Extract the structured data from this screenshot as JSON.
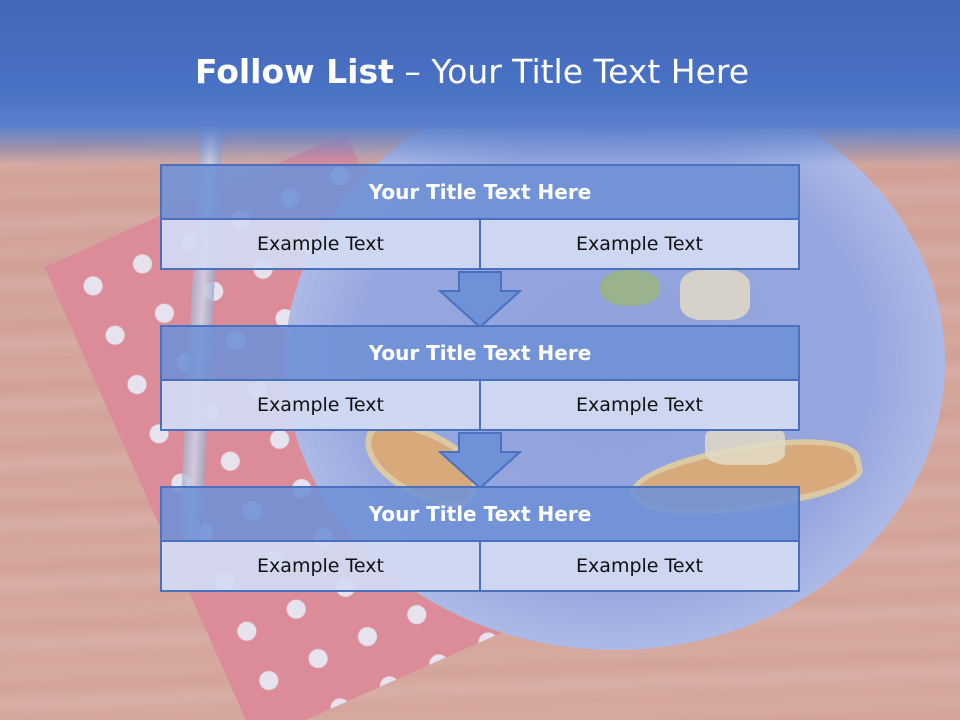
{
  "slide": {
    "title_bold": "Follow List",
    "title_rest": " – Your Title Text Here"
  },
  "blocks": [
    {
      "title": "Your Title Text Here",
      "left": "Example Text",
      "right": "Example Text"
    },
    {
      "title": "Your Title Text Here",
      "left": "Example Text",
      "right": "Example Text"
    },
    {
      "title": "Your Title Text Here",
      "left": "Example Text",
      "right": "Example Text"
    }
  ],
  "colors": {
    "title_band": "#4a72c4",
    "header_fill": "#6e91d7",
    "cell_fill": "#d2daf2",
    "border": "#4a70c0",
    "arrow": "#6e91d7"
  }
}
